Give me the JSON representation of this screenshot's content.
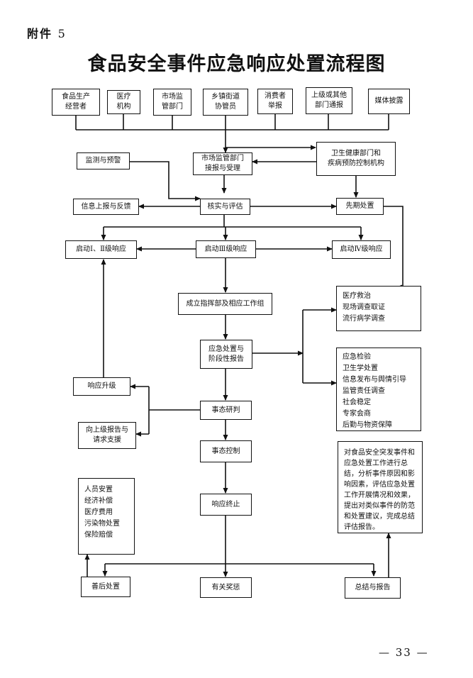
{
  "attachment": {
    "label": "附件",
    "number": "5"
  },
  "title": "食品安全事件应急响应处置流程图",
  "page_number": "— 33 —",
  "nodes": {
    "food_producer": "食品生产\n经营者",
    "medical": "医疗\n机构",
    "market_dept": "市场监\n管部门",
    "township": "乡镇街道\n协管员",
    "consumer": "消费者\n举报",
    "superior_dept": "上级或其他\n部门通报",
    "media": "媒体披露",
    "health_cdc": "卫生健康部门和\n疾病预防控制机构",
    "monitor": "监测与预警",
    "market_receive": "市场监管部门\n接报与受理",
    "info_report": "信息上报与反馈",
    "verify": "核实与评估",
    "initial": "先期处置",
    "level12": "启动Ⅰ、Ⅱ级响应",
    "level3": "启动Ⅲ级响应",
    "level4": "启动Ⅳ级响应",
    "medical_list": "医疗救治\n现场调查取证\n流行病学调查",
    "command": "成立指挥部及相应工作组",
    "emergency": "应急处置与\n阶段性报告",
    "measures": "应急检验\n卫生学处置\n信息发布与舆情引导\n监管责任调查\n社会稳定\n专家会商\n后勤与物资保障",
    "upgrade": "响应升级",
    "judge": "事态研判",
    "request": "向上级报告与\n请求支援",
    "control": "事态控制",
    "summary_text": "对食品安全突发事件和应急处置工作进行总结，分析事件原因和影响因素，评估应急处置工作开展情况和效果，提出对类似事件的防范和处置建议，完成总结评估报告。",
    "aftercare_list": "人员安置\n经济补偿\n医疗费用\n污染物处置\n保险赔偿",
    "terminate": "响应终止",
    "aftercare": "善后处置",
    "reward": "有关奖惩",
    "summary": "总结与报告"
  }
}
